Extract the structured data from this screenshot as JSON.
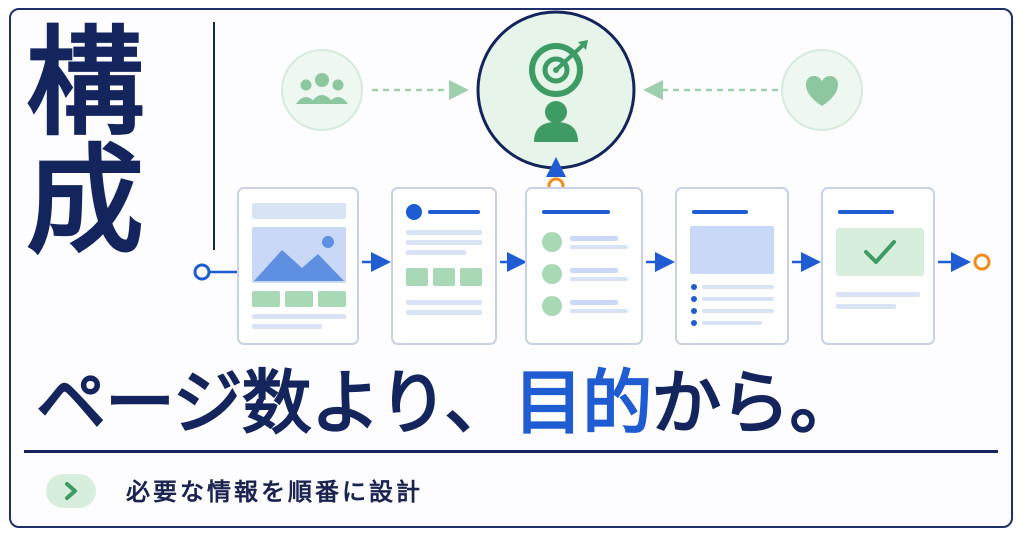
{
  "title_vertical": [
    "構",
    "成"
  ],
  "headline": {
    "part1": "ページ数より、",
    "emphasis": "目的",
    "part2": "から。"
  },
  "subtitle": "必要な情報を順番に設計",
  "colors": {
    "navy": "#14245c",
    "blue": "#1f5bd1",
    "green": "#3d9b63",
    "light_green": "#d8eedd",
    "orange": "#f28a1c",
    "page_border": "#c9d1e6"
  },
  "icons": [
    "users-icon",
    "target-icon",
    "person-icon",
    "heart-icon",
    "image-icon",
    "check-icon",
    "chevron-right-icon"
  ]
}
